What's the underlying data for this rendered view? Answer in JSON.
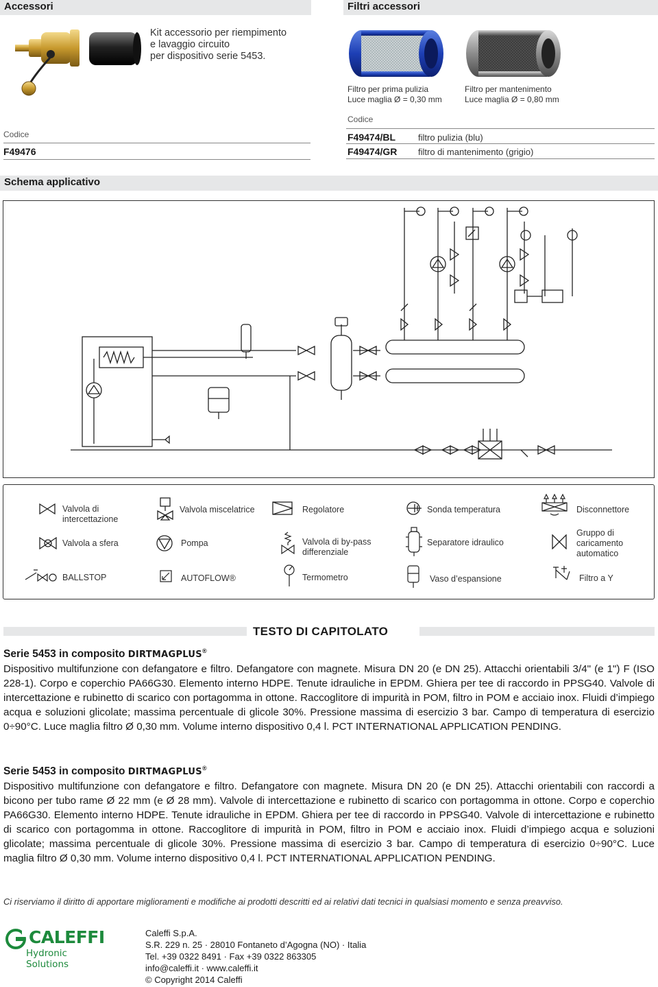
{
  "accessori": {
    "heading": "Accessori",
    "kit_text": [
      "Kit accessorio per riempimento",
      "e lavaggio circuito",
      "per dispositivo serie 5453."
    ],
    "codice_label": "Codice",
    "code": "F49476"
  },
  "filtri": {
    "heading": "Filtri accessori",
    "filter1_caption": [
      "Filtro per prima pulizia",
      "Luce maglia Ø = 0,30 mm"
    ],
    "filter2_caption": [
      "Filtro per mantenimento",
      "Luce maglia Ø = 0,80 mm"
    ],
    "codice_label": "Codice",
    "rows": [
      {
        "code": "F49474/BL",
        "desc": "filtro pulizia (blu)"
      },
      {
        "code": "F49474/GR",
        "desc": "filtro di mantenimento (grigio)"
      }
    ]
  },
  "schema": {
    "heading": "Schema applicativo"
  },
  "legend": [
    {
      "icon": "gate-valve-icon",
      "label": [
        "Valvola di",
        "intercettazione"
      ]
    },
    {
      "icon": "mixing-valve-icon",
      "label": [
        "Valvola miscelatrice"
      ]
    },
    {
      "icon": "regulator-icon",
      "label": [
        "Regolatore"
      ]
    },
    {
      "icon": "temperature-probe-icon",
      "label": [
        "Sonda temperatura"
      ]
    },
    {
      "icon": "disconnector-icon",
      "label": [
        "Disconnettore"
      ]
    },
    {
      "icon": "ball-valve-icon",
      "label": [
        "Valvola a sfera"
      ]
    },
    {
      "icon": "pump-icon",
      "label": [
        "Pompa"
      ]
    },
    {
      "icon": "bypass-valve-icon",
      "label": [
        "Valvola di by-pass",
        "differenziale"
      ]
    },
    {
      "icon": "hydraulic-separator-icon",
      "label": [
        "Separatore idraulico"
      ]
    },
    {
      "icon": "auto-fill-group-icon",
      "label": [
        "Gruppo di",
        "caricamento",
        "automatico"
      ]
    },
    {
      "icon": "ballstop-icon",
      "label": [
        "BALLSTOP"
      ]
    },
    {
      "icon": "autoflow-icon",
      "label": [
        "AUTOFLOW®"
      ]
    },
    {
      "icon": "thermometer-icon",
      "label": [
        "Termometro"
      ]
    },
    {
      "icon": "expansion-vessel-icon",
      "label": [
        "Vaso d’espansione"
      ]
    },
    {
      "icon": "y-filter-icon",
      "label": [
        "Filtro a Y"
      ]
    }
  ],
  "capitolato": {
    "heading": "TESTO DI CAPITOLATO",
    "sections": [
      {
        "title": "Serie 5453 in composito",
        "brand": "DIRTMAGPLUS",
        "reg": "®",
        "text": "Dispositivo multifunzione con defangatore e filtro. Defangatore con magnete. Misura DN 20 (e DN 25). Attacchi orientabili 3/4\" (e 1\") F (ISO 228-1). Corpo e coperchio PA66G30. Elemento interno HDPE. Tenute idrauliche in EPDM. Ghiera per tee di raccordo in PPSG40. Valvole di intercettazione e rubinetto di scarico con portagomma in ottone. Raccoglitore di impurità in POM, filtro in POM e acciaio inox. Fluidi d’impiego acqua e soluzioni glicolate; massima percentuale di glicole 30%. Pressione massima di esercizio 3 bar. Campo di temperatura di esercizio 0÷90°C. Luce maglia filtro Ø 0,30 mm. Volume interno dispositivo 0,4 l. PCT INTERNATIONAL APPLICATION PENDING."
      },
      {
        "title": "Serie 5453 in composito",
        "brand": "DIRTMAGPLUS",
        "reg": "®",
        "text": "Dispositivo multifunzione con defangatore e filtro. Defangatore con magnete. Misura DN 20 (e DN 25). Attacchi orientabili con raccordi a bicono per tubo rame Ø 22 mm (e Ø 28 mm). Valvole di intercettazione e rubinetto di scarico con portagomma in ottone. Corpo e coperchio PA66G30. Elemento interno HDPE. Tenute idrauliche in EPDM. Ghiera per tee di raccordo in PPSG40. Valvole di intercettazione e rubinetto di scarico con portagomma in ottone. Raccoglitore di impurità in POM, filtro in POM e acciaio inox. Fluidi d’impiego acqua e soluzioni glicolate; massima percentuale di glicole 30%. Pressione massima di esercizio 3 bar. Campo di temperatura di esercizio 0÷90°C. Luce maglia filtro Ø 0,30 mm. Volume interno dispositivo 0,4 l. PCT INTERNATIONAL APPLICATION PENDING."
      }
    ]
  },
  "disclaimer": "Ci riserviamo il diritto di apportare miglioramenti e modifiche ai prodotti descritti ed ai relativi dati tecnici in qualsiasi momento e senza preavviso.",
  "footer": {
    "logo_name": "CALEFFI",
    "logo_sub": "Hydronic Solutions",
    "address": [
      "Caleffi S.p.A.",
      "S.R. 229 n. 25 · 28010 Fontaneto d’Agogna (NO) · Italia",
      "Tel. +39 0322 8491 · Fax +39 0322 863305",
      "info@caleffi.it · www.caleffi.it",
      "© Copyright 2014 Caleffi"
    ],
    "brand_color": "#1d8a3c"
  }
}
